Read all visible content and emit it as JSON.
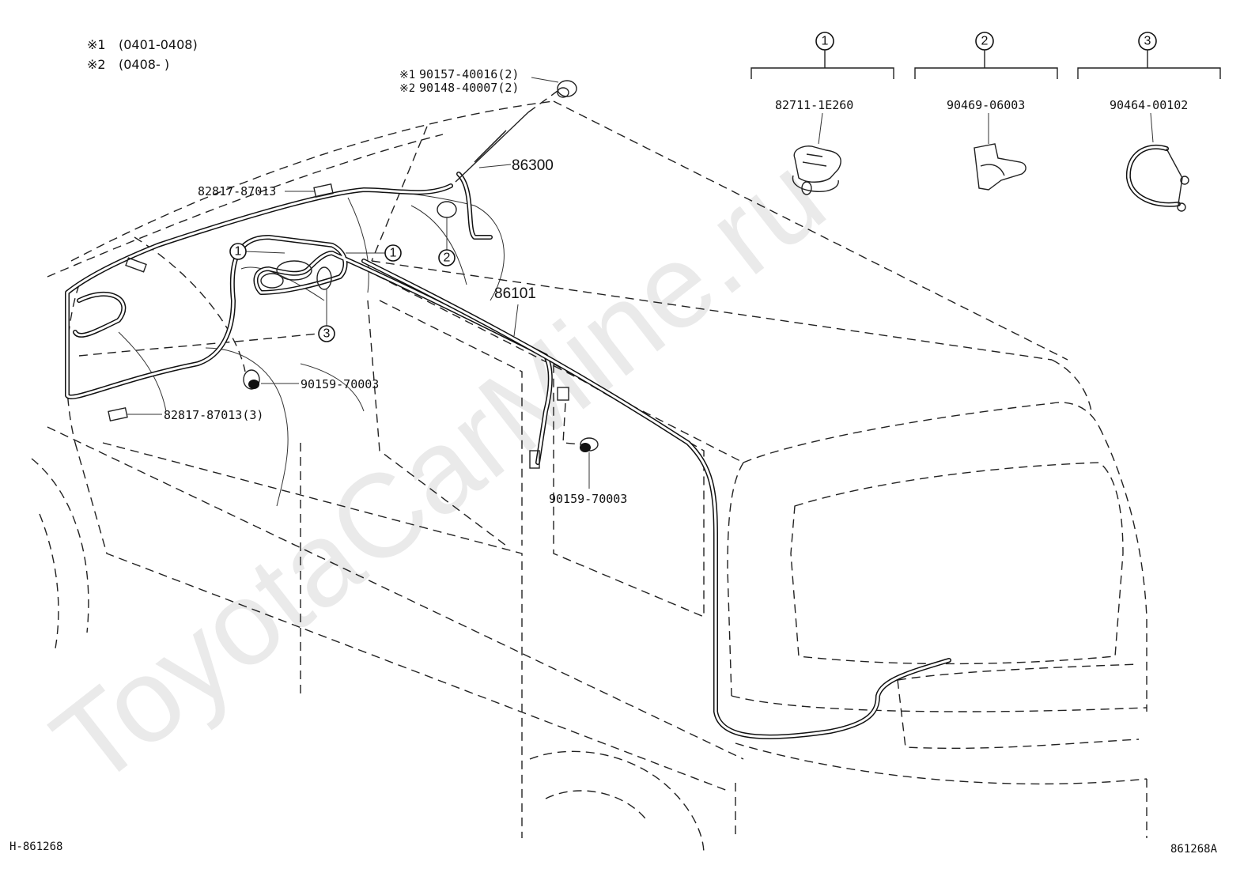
{
  "watermark": "ToyotaCarMine.ru",
  "legend": [
    {
      "mark": "※1",
      "range": "(0401-0408)"
    },
    {
      "mark": "※2",
      "range": "(0408-      )"
    }
  ],
  "callouts": {
    "bolt_a_1": "90157-40016(2)",
    "bolt_a_2": "90148-40007(2)",
    "bolt_a_mark1": "※1",
    "bolt_a_mark2": "※2",
    "antenna": "86300",
    "label_top": "82817-87013",
    "clip_1a": "1",
    "clip_1b": "1",
    "clip_2": "2",
    "clip_3": "3",
    "cord": "86101",
    "screw_left": "90159-70003",
    "label_bottom": "82817-87013(3)",
    "screw_right": "90159-70003"
  },
  "parts_key": [
    {
      "num": "1",
      "part": "82711-1E260"
    },
    {
      "num": "2",
      "part": "90469-06003"
    },
    {
      "num": "3",
      "part": "90464-00102"
    }
  ],
  "footer": {
    "left_code": "H-861268",
    "right_code": "861268A"
  }
}
